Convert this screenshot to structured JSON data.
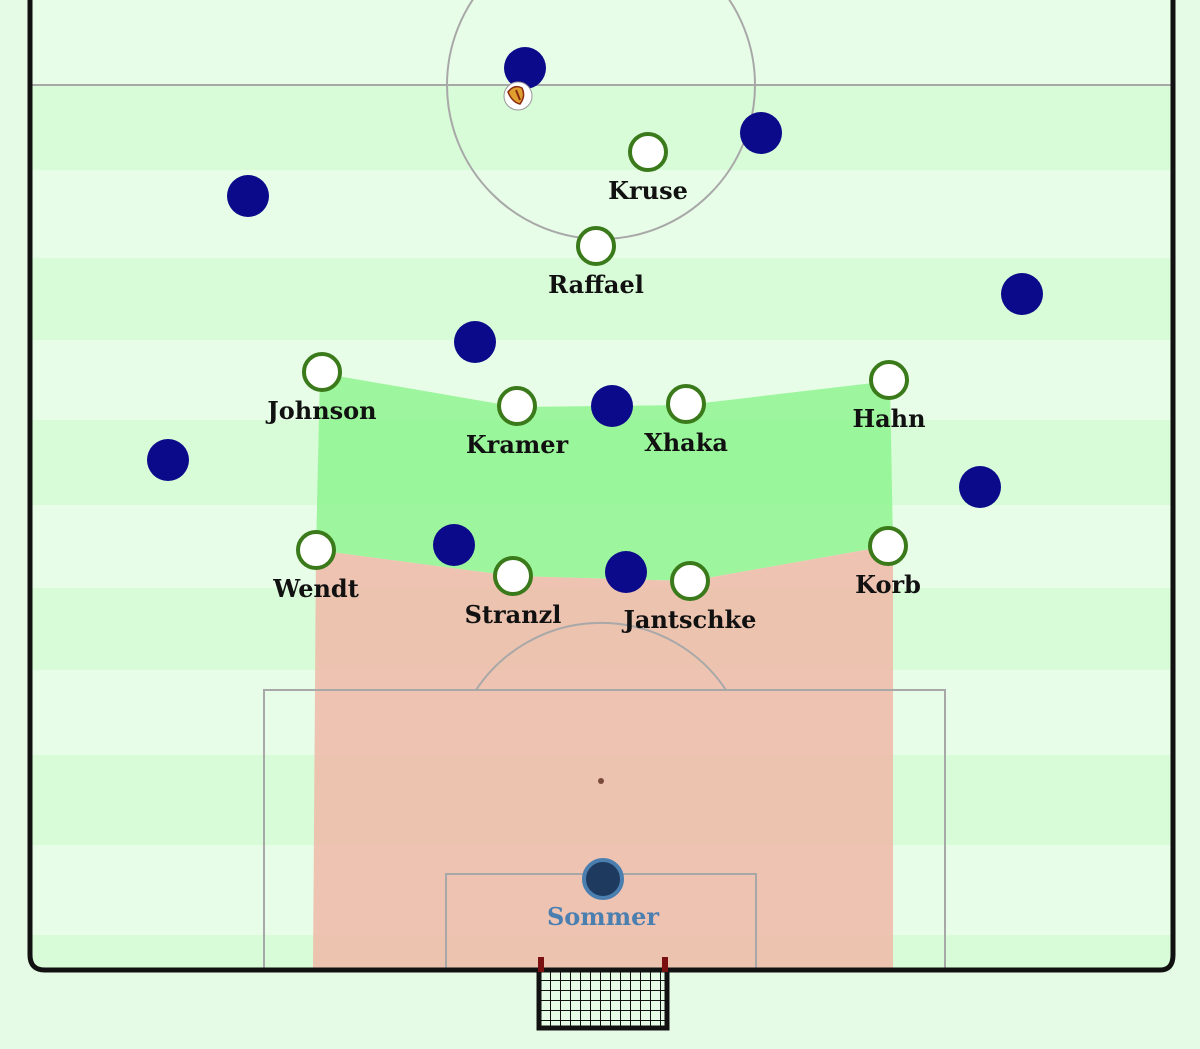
{
  "colors": {
    "stripe_light": "#e8fde8",
    "stripe_dark": "#d8fbd8",
    "outside": "#e6fbe6",
    "boundary": "#111111",
    "pitch_lines": "#a8a8a8",
    "zone_midfield": "#8ff58f",
    "zone_defence": "#f0b8a8",
    "home_fill": "#ffffff",
    "home_stroke": "#3a7a1a",
    "away_fill": "#0a0a8a",
    "keeper_fill": "#1e3a5f",
    "keeper_stroke": "#4a7fb0",
    "goal_frame": "#111111",
    "goal_posts": "#7a1010"
  },
  "home_players": [
    {
      "name": "Kruse"
    },
    {
      "name": "Raffael"
    },
    {
      "name": "Johnson"
    },
    {
      "name": "Kramer"
    },
    {
      "name": "Xhaka"
    },
    {
      "name": "Hahn"
    },
    {
      "name": "Wendt"
    },
    {
      "name": "Stranzl"
    },
    {
      "name": "Jantschke"
    },
    {
      "name": "Korb"
    }
  ],
  "goalkeeper": {
    "name": "Sommer"
  },
  "ball": {
    "icon": "football-icon"
  }
}
